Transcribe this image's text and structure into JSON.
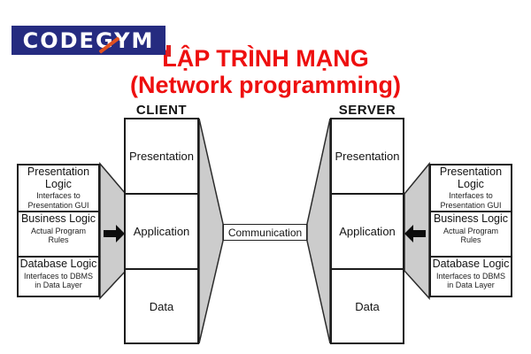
{
  "logo": {
    "text": "CODEGYM"
  },
  "title": {
    "line1": "LẬP TRÌNH MẠNG",
    "line2": "(Network programming)"
  },
  "client": {
    "label": "CLIENT"
  },
  "server": {
    "label": "SERVER"
  },
  "layers": [
    "Presentation",
    "Application",
    "Data"
  ],
  "communication": {
    "label": "Communication"
  },
  "side_sections": [
    {
      "title": "Presentation Logic",
      "desc": "Interfaces to Presentation GUI"
    },
    {
      "title": "Business Logic",
      "desc": "Actual Program Rules"
    },
    {
      "title": "Database Logic",
      "desc": "Interfaces to DBMS in Data Layer"
    }
  ],
  "colors": {
    "title_red": "#ee0f0f",
    "logo_navy": "#252b80",
    "logo_slash_orange": "#e05020",
    "logo_tick_red": "#e02020",
    "funnel_gray": "#cccccc",
    "line_black": "#1c1c1c"
  }
}
